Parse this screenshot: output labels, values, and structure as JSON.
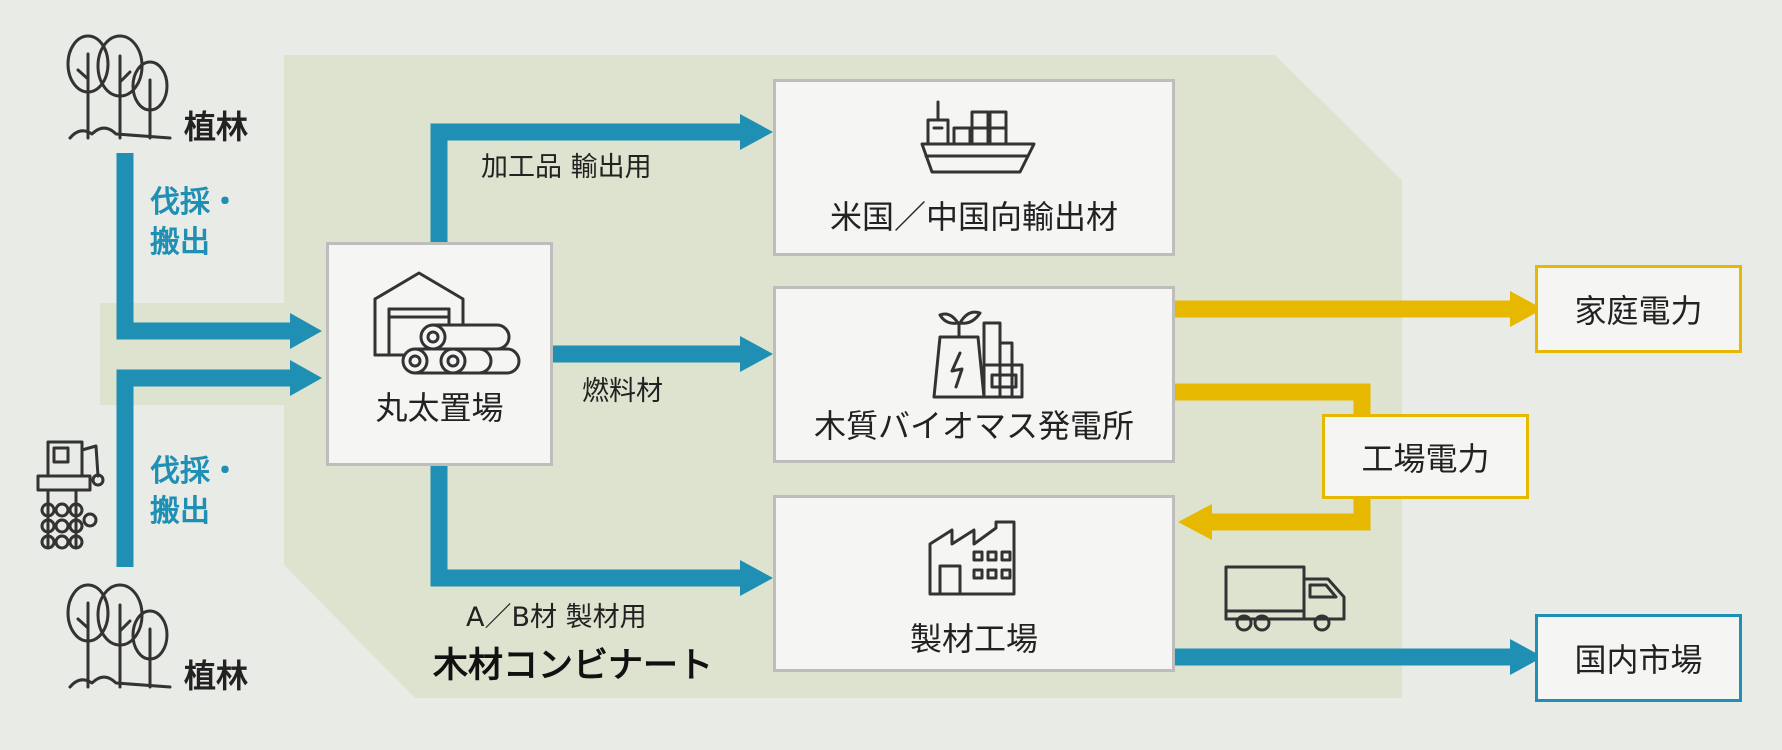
{
  "colors": {
    "background": "#e9ebe7",
    "kombinat_area": "#dde3cf",
    "blue_flow": "#1f8fb3",
    "yellow_flow": "#e6b800",
    "box_border": "#bdbdbd"
  },
  "sources": {
    "plantation_top": "植林",
    "plantation_bottom": "植林",
    "harvest_top": [
      "伐採・",
      "搬出"
    ],
    "harvest_bottom": [
      "伐採・",
      "搬出"
    ]
  },
  "nodes": {
    "log_yard": "丸太置場",
    "export": "米国／中国向輸出材",
    "biomass_plant": "木質バイオマス発電所",
    "sawmill": "製材工場",
    "household_power": "家庭電力",
    "factory_power": "工場電力",
    "domestic_market": "国内市場"
  },
  "flows": {
    "export_label": "加工品 輸出用",
    "fuel_label": "燃料材",
    "sawmill_label": "A／B材 製材用"
  },
  "area_title": "木材コンビナート",
  "icons": [
    "tree-icon",
    "harvester-icon",
    "warehouse-logs-icon",
    "ship-icon",
    "power-plant-icon",
    "factory-icon",
    "truck-icon"
  ]
}
